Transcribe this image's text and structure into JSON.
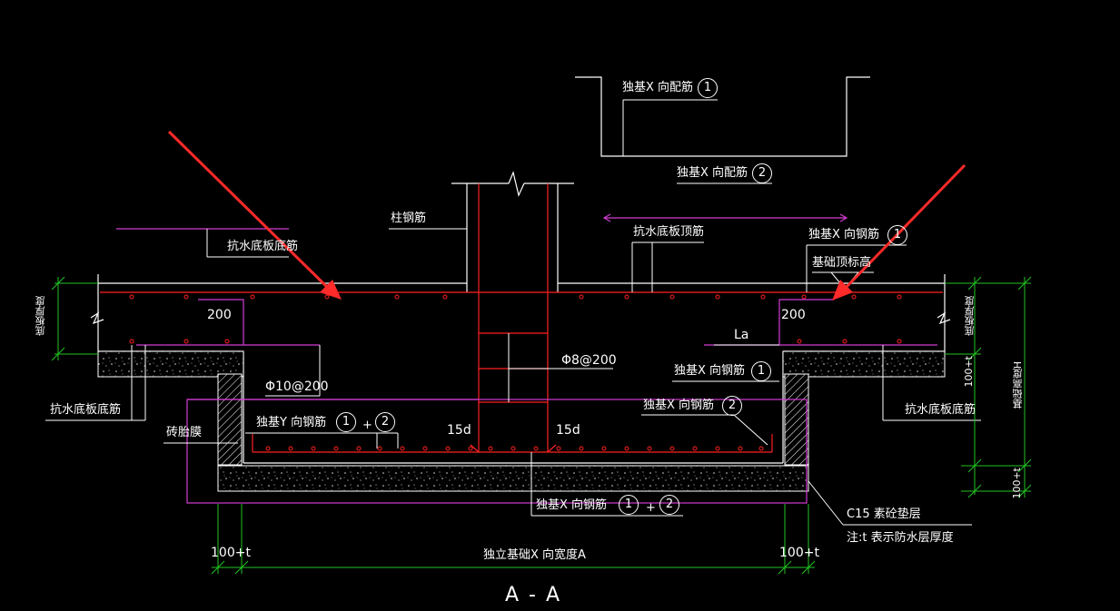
{
  "labels": {
    "x_rebar_1_top": "独基X 向配筋",
    "x_rebar_2_top": "独基X 向配筋",
    "column_rebar": "柱钢筋",
    "slab_top_rebar": "抗水底板顶筋",
    "slab_bottom_rebar_top_left": "抗水底板底筋",
    "x_rebar_1_right": "独基X 向钢筋",
    "foundation_top_elev": "基础顶标高",
    "dim_200_left": "200",
    "dim_200_right": "200",
    "la": "La",
    "stirrup": "Φ8@200",
    "x_rebar_1_mid": "独基X 向钢筋",
    "phi10": "Φ10@200",
    "x_rebar_2_mid": "独基X 向钢筋",
    "slab_bottom_left": "抗水底板底筋",
    "brick_mold": "砖胎膜",
    "y_rebar": "独基Y 向钢筋",
    "plus": "+",
    "l15d_left": "15d",
    "l15d_right": "15d",
    "slab_bottom_right": "抗水底板底筋",
    "x_rebar_bottom": "独基X 向钢筋",
    "c15": "C15 素砼垫层",
    "note_t": "注:t 表示防水层厚度",
    "dim_100t_left": "100+t",
    "dim_100t_right": "100+t",
    "width_a": "独立基础X 向宽度A",
    "slab_thickness_left": "底板厚度",
    "slab_thickness_right": "底板厚度",
    "dim_100t_vertical_1": "100+t",
    "dim_100t_vertical_2": "100+t",
    "foundation_height": "基础高度H",
    "section_title": "A - A"
  },
  "circles": {
    "c1": "1",
    "c2": "2"
  },
  "colors": {
    "background": "#000000",
    "outline": "#ffffff",
    "rebar": "#ff2020",
    "magenta": "#d23cd2",
    "dimension": "#22c522",
    "arrow": "#ff2a2a"
  }
}
